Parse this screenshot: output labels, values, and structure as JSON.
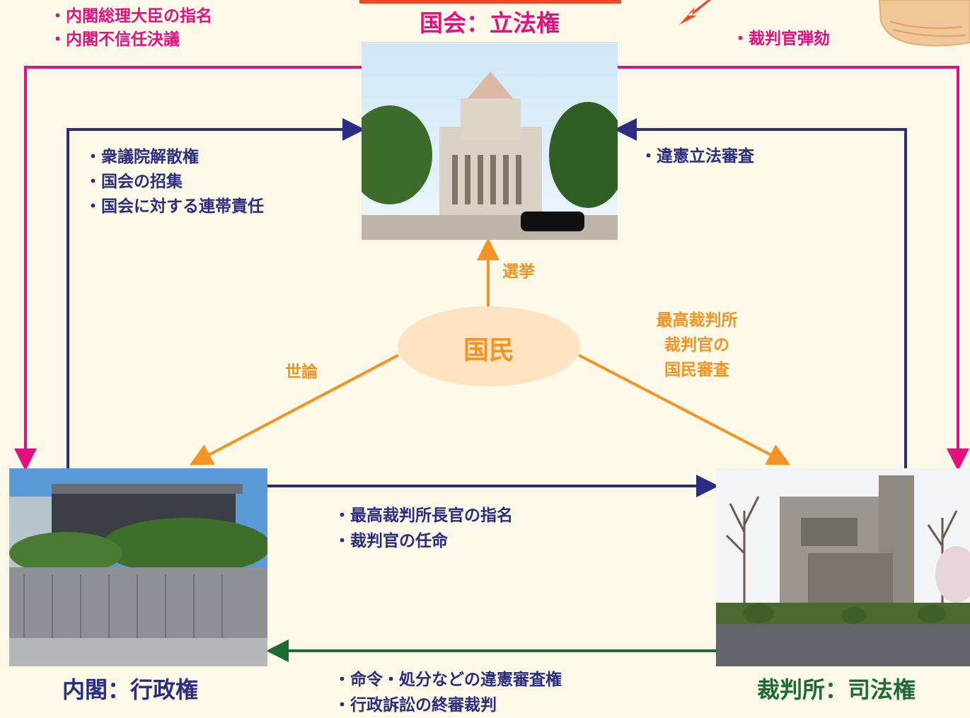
{
  "colors": {
    "background": "#fdf9e8",
    "pink": "#e4107f",
    "navy": "#2a2d82",
    "orange": "#f39324",
    "green": "#1f6a34",
    "people_fill": "#fde3bf"
  },
  "nodes": {
    "diet": {
      "title": "国会：立法権",
      "photo_icon": "diet-building-photo"
    },
    "cabinet": {
      "title": "内閣：行政権",
      "photo_icon": "cabinet-office-photo"
    },
    "court": {
      "title": "裁判所：司法権",
      "photo_icon": "supreme-court-photo"
    },
    "people": {
      "title": "国民"
    }
  },
  "labels": {
    "diet_to_cabinet": [
      "・内閣総理大臣の指名",
      "・内閣不信任決議"
    ],
    "diet_to_court": [
      "・裁判官弾劾"
    ],
    "cabinet_to_diet": [
      "・衆議院解散権",
      "・国会の招集",
      "・国会に対する連帯責任"
    ],
    "court_to_diet": [
      "・違憲立法審査"
    ],
    "cabinet_to_court": [
      "・最高裁判所長官の指名",
      "・裁判官の任命"
    ],
    "court_to_cabinet": [
      "・命令・処分などの違憲審査権",
      "・行政訴訟の終審裁判"
    ],
    "people_to_diet": "選挙",
    "people_to_cabinet": "世論",
    "people_to_court": [
      "最高裁判所",
      "裁判官の",
      "国民審査"
    ]
  }
}
